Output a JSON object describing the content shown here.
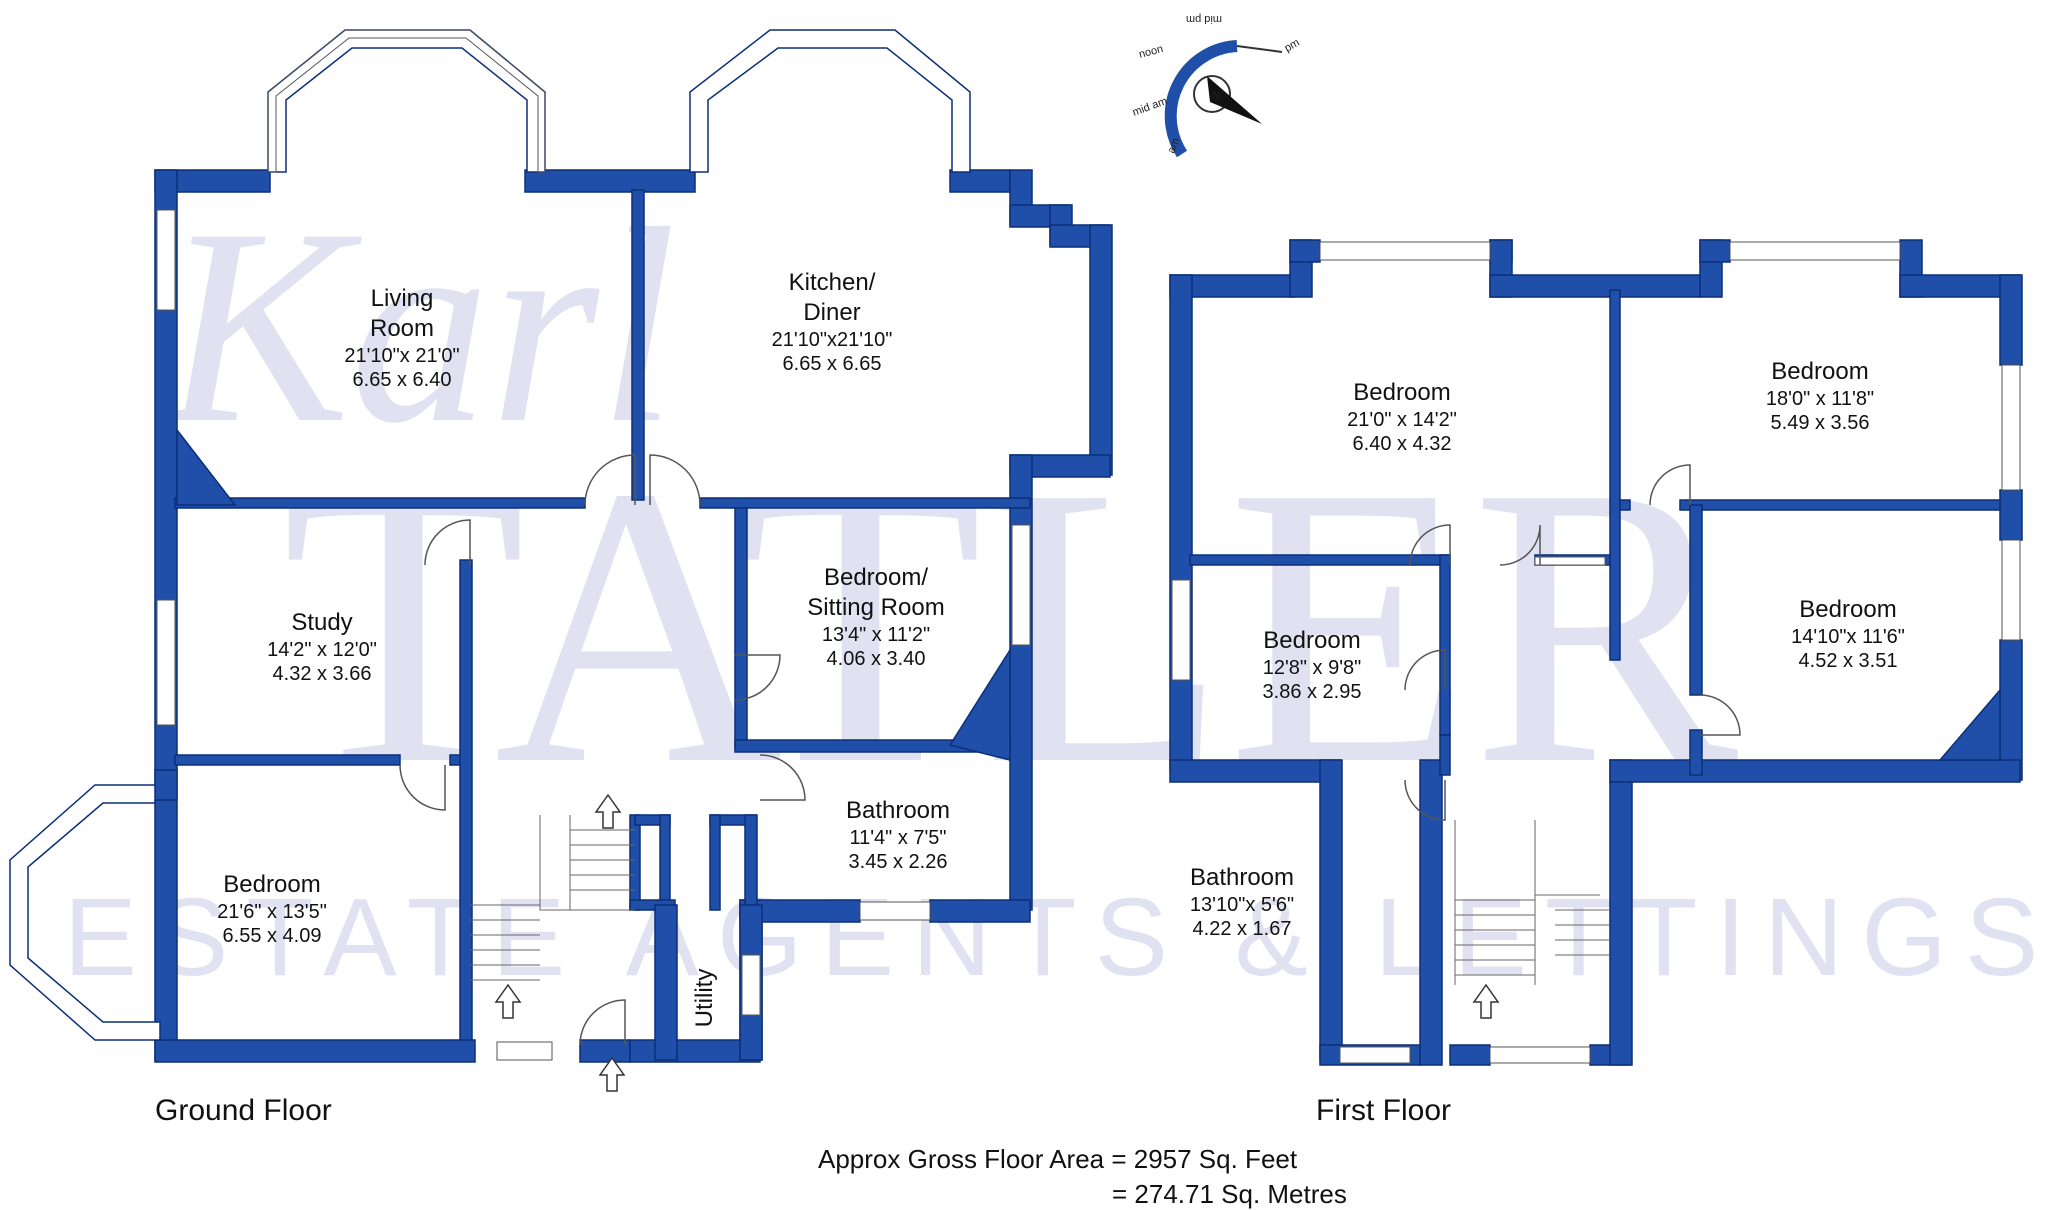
{
  "watermark": {
    "script": "Karl",
    "main": "TATLER",
    "sub": "ESTATE AGENTS & LETTINGS"
  },
  "colors": {
    "wall": "#1f4fa8",
    "wall_stroke": "#0b2f78",
    "window": "#ffffff",
    "watermark": "#c7cbe8"
  },
  "compass": {
    "labels": [
      "noon",
      "pm",
      "mid pm",
      "mid am",
      "am"
    ],
    "north": "N"
  },
  "ground_floor": {
    "label": "Ground Floor",
    "rooms": [
      {
        "name_1": "Living",
        "name_2": "Room",
        "imperial": "21'10\"x 21'0\"",
        "metric": "6.65  x  6.40"
      },
      {
        "name_1": "Kitchen/",
        "name_2": "Diner",
        "imperial": "21'10\"x21'10\"",
        "metric": "6.65  x  6.65"
      },
      {
        "name_1": "Study",
        "imperial": "14'2\" x 12'0\"",
        "metric": "4.32  x  3.66"
      },
      {
        "name_1": "Bedroom/",
        "name_2": "Sitting Room",
        "imperial": "13'4\" x 11'2\"",
        "metric": "4.06  x  3.40"
      },
      {
        "name_1": "Bathroom",
        "imperial": "11'4\" x  7'5\"",
        "metric": "3.45  x  2.26"
      },
      {
        "name_1": "Bedroom",
        "imperial": "21'6\" x 13'5\"",
        "metric": "6.55  x  4.09"
      },
      {
        "name_1": "Utility"
      }
    ]
  },
  "first_floor": {
    "label": "First Floor",
    "rooms": [
      {
        "name_1": "Bedroom",
        "imperial": "21'0\" x 14'2\"",
        "metric": "6.40  x  4.32"
      },
      {
        "name_1": "Bedroom",
        "imperial": "18'0\" x 11'8\"",
        "metric": "5.49  x  3.56"
      },
      {
        "name_1": "Bedroom",
        "imperial": "12'8\" x 9'8\"",
        "metric": "3.86  x  2.95"
      },
      {
        "name_1": "Bedroom",
        "imperial": "14'10\"x 11'6\"",
        "metric": "4.52  x  3.51"
      },
      {
        "name_1": "Bathroom",
        "imperial": "13'10\"x  5'6\"",
        "metric": "4.22  x  1.67"
      }
    ]
  },
  "area": {
    "line_1": "Approx Gross Floor Area  =  2957  Sq. Feet",
    "line_2": "=  274.71  Sq. Metres"
  }
}
